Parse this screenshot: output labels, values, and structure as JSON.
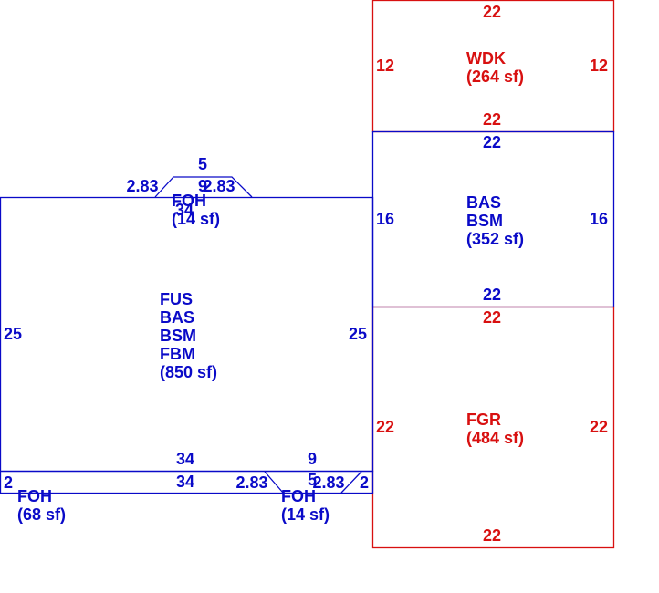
{
  "colors": {
    "living": "#0a0ac8",
    "non_living": "#d81010"
  },
  "areas": {
    "wdk": {
      "code": "WDK",
      "area": "(264 sf)",
      "top": "22",
      "left": "12",
      "right": "12",
      "bottom": "22"
    },
    "bas_upper": {
      "codes": [
        "BAS",
        "BSM"
      ],
      "area": "(352 sf)",
      "top": "22",
      "left": "16",
      "right": "16",
      "bottom": "22"
    },
    "fgr": {
      "code": "FGR",
      "area": "(484 sf)",
      "top": "22",
      "left": "22",
      "right": "22",
      "bottom": "22"
    },
    "main": {
      "codes": [
        "FUS",
        "BAS",
        "BSM",
        "FBM"
      ],
      "area": "(850 sf)",
      "left": "25",
      "right": "25",
      "bottom": "34"
    },
    "foh_top": {
      "code": "FOH",
      "area": "(14 sf)",
      "top": "5",
      "bottom": "9",
      "left_diag": "2.83",
      "right_diag": "2.83",
      "extra": "34"
    },
    "foh_porch": {
      "code": "FOH",
      "area": "(68 sf)",
      "top": "34",
      "left": "2"
    },
    "foh_bottom": {
      "code": "FOH",
      "area": "(14 sf)",
      "top": "9",
      "bottom": "5",
      "left_diag": "2.83",
      "right_diag": "2.83",
      "right": "2"
    }
  }
}
